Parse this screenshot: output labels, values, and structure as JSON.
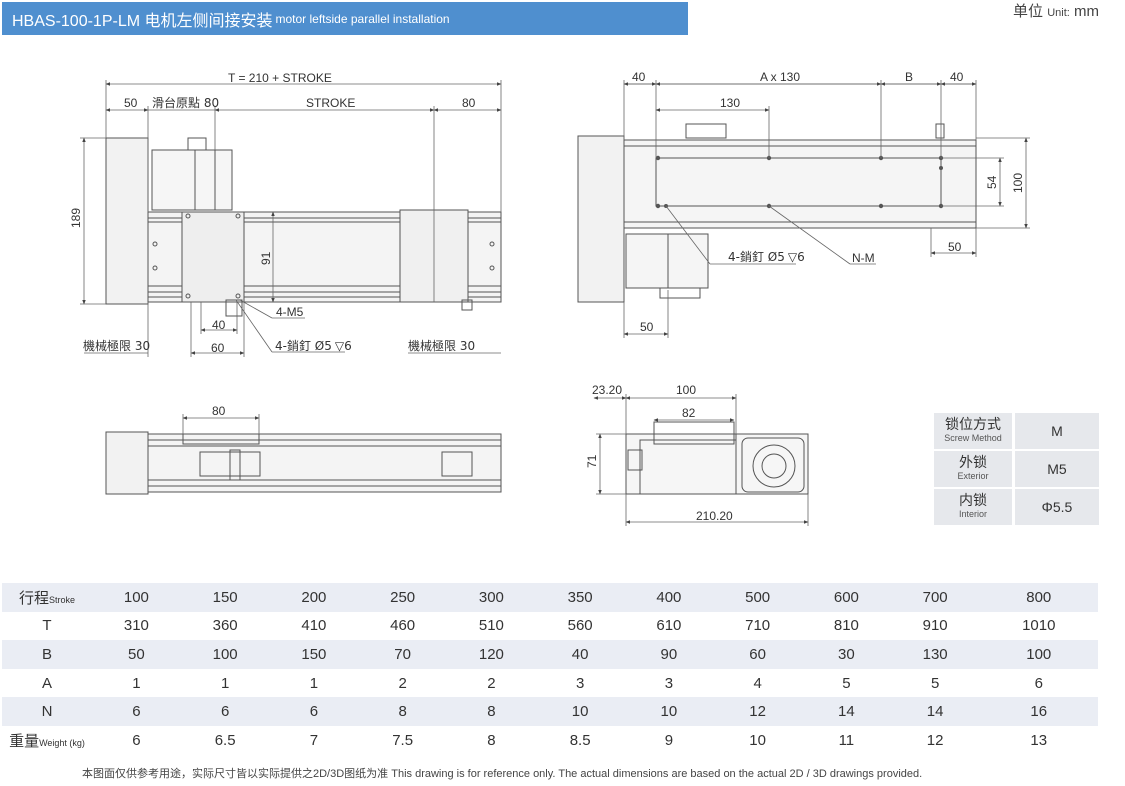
{
  "header": {
    "title_main": "HBAS-100-1P-LM 电机左侧间接安装",
    "title_sub": "motor leftside parallel installation",
    "unit_cn": "单位",
    "unit_label": "Unit:",
    "unit_value": "mm",
    "banner_color": "#4f8fcf"
  },
  "front_view": {
    "overall": "T = 210 + STROKE",
    "d50": "50",
    "slide_origin": "滑台原點 80",
    "stroke": "STROKE",
    "d80": "80",
    "h189": "189",
    "h91": "91",
    "m5": "4-M5",
    "d40": "40",
    "d60": "60",
    "pin": "4-銷釘 Ø5",
    "pin_depth": "6",
    "limit_left": "機械極限 30",
    "limit_right": "機械極限 30"
  },
  "top_view": {
    "d40_left": "40",
    "a130": "A x 130",
    "b": "B",
    "d40_right": "40",
    "d130": "130",
    "d54": "54",
    "d100": "100",
    "d50_right": "50",
    "pin": "4-銷釘 Ø5",
    "pin_depth": "6",
    "nm": "N-M",
    "d50_bottom": "50"
  },
  "bottom_view": {
    "d80": "80"
  },
  "end_view": {
    "d2320": "23.20",
    "d100": "100",
    "d82": "82",
    "d71": "71",
    "d21020": "210.20"
  },
  "screw_table": [
    {
      "label_cn": "锁位方式",
      "label_en": "Screw Method",
      "value": "M"
    },
    {
      "label_cn": "外锁",
      "label_en": "Exterior",
      "value": "M5"
    },
    {
      "label_cn": "内锁",
      "label_en": "Interior",
      "value": "Φ5.5"
    }
  ],
  "spec_table": {
    "rows": [
      {
        "head_cn": "行程",
        "head_en": "Stroke",
        "values": [
          "100",
          "150",
          "200",
          "250",
          "300",
          "350",
          "400",
          "500",
          "600",
          "700",
          "800"
        ]
      },
      {
        "head_cn": "T",
        "head_en": "",
        "values": [
          "310",
          "360",
          "410",
          "460",
          "510",
          "560",
          "610",
          "710",
          "810",
          "910",
          "1010"
        ]
      },
      {
        "head_cn": "B",
        "head_en": "",
        "values": [
          "50",
          "100",
          "150",
          "70",
          "120",
          "40",
          "90",
          "60",
          "30",
          "130",
          "100"
        ]
      },
      {
        "head_cn": "A",
        "head_en": "",
        "values": [
          "1",
          "1",
          "1",
          "2",
          "2",
          "3",
          "3",
          "4",
          "5",
          "5",
          "6"
        ]
      },
      {
        "head_cn": "N",
        "head_en": "",
        "values": [
          "6",
          "6",
          "6",
          "8",
          "8",
          "10",
          "10",
          "12",
          "14",
          "14",
          "16"
        ]
      },
      {
        "head_cn": "重量",
        "head_en": "Weight (kg)",
        "values": [
          "6",
          "6.5",
          "7",
          "7.5",
          "8",
          "8.5",
          "9",
          "10",
          "11",
          "12",
          "13"
        ]
      }
    ]
  },
  "footnote": "本图面仅供参考用途，实际尺寸皆以实际提供之2D/3D图纸为准 This drawing is for reference only. The actual dimensions are based on the actual 2D / 3D drawings provided."
}
